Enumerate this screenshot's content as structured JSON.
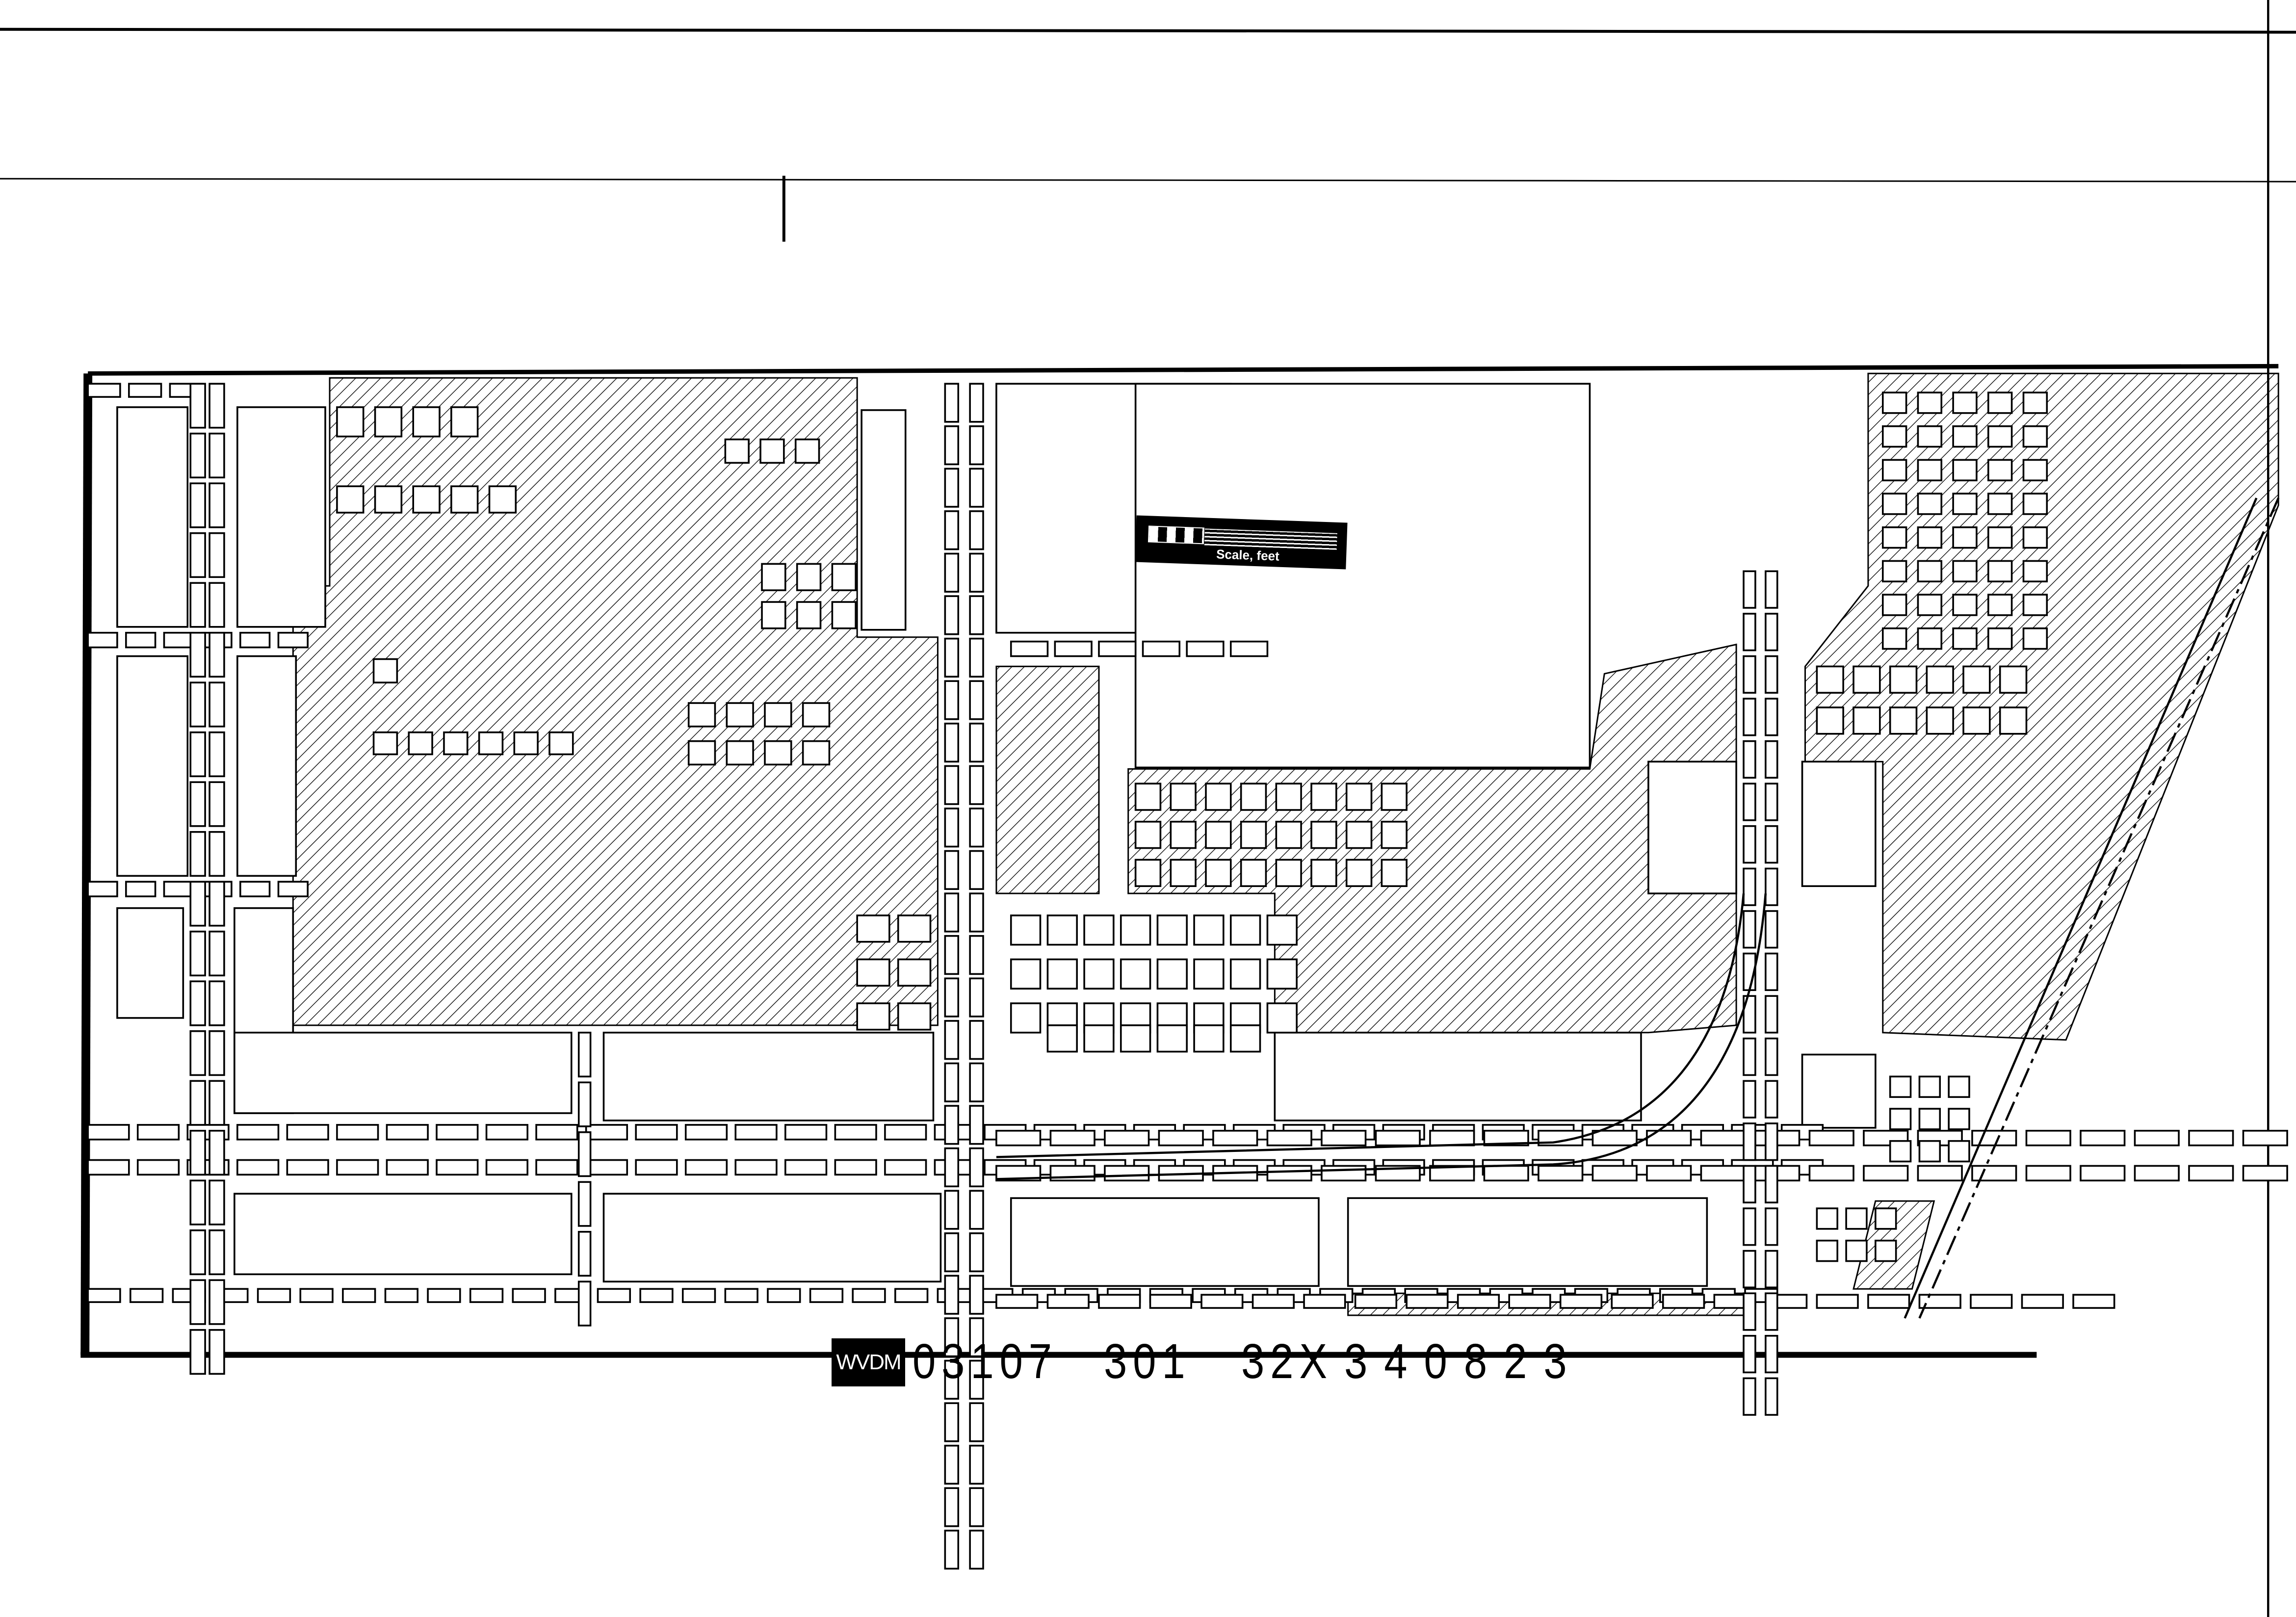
{
  "sheet": {
    "scale_label": "Scale, feet",
    "archive_prefix": "WVDM",
    "code_parts": [
      "03107",
      "301",
      "32X",
      "340823"
    ]
  },
  "colors": {
    "ink": "#000000",
    "paper": "#ffffff"
  }
}
